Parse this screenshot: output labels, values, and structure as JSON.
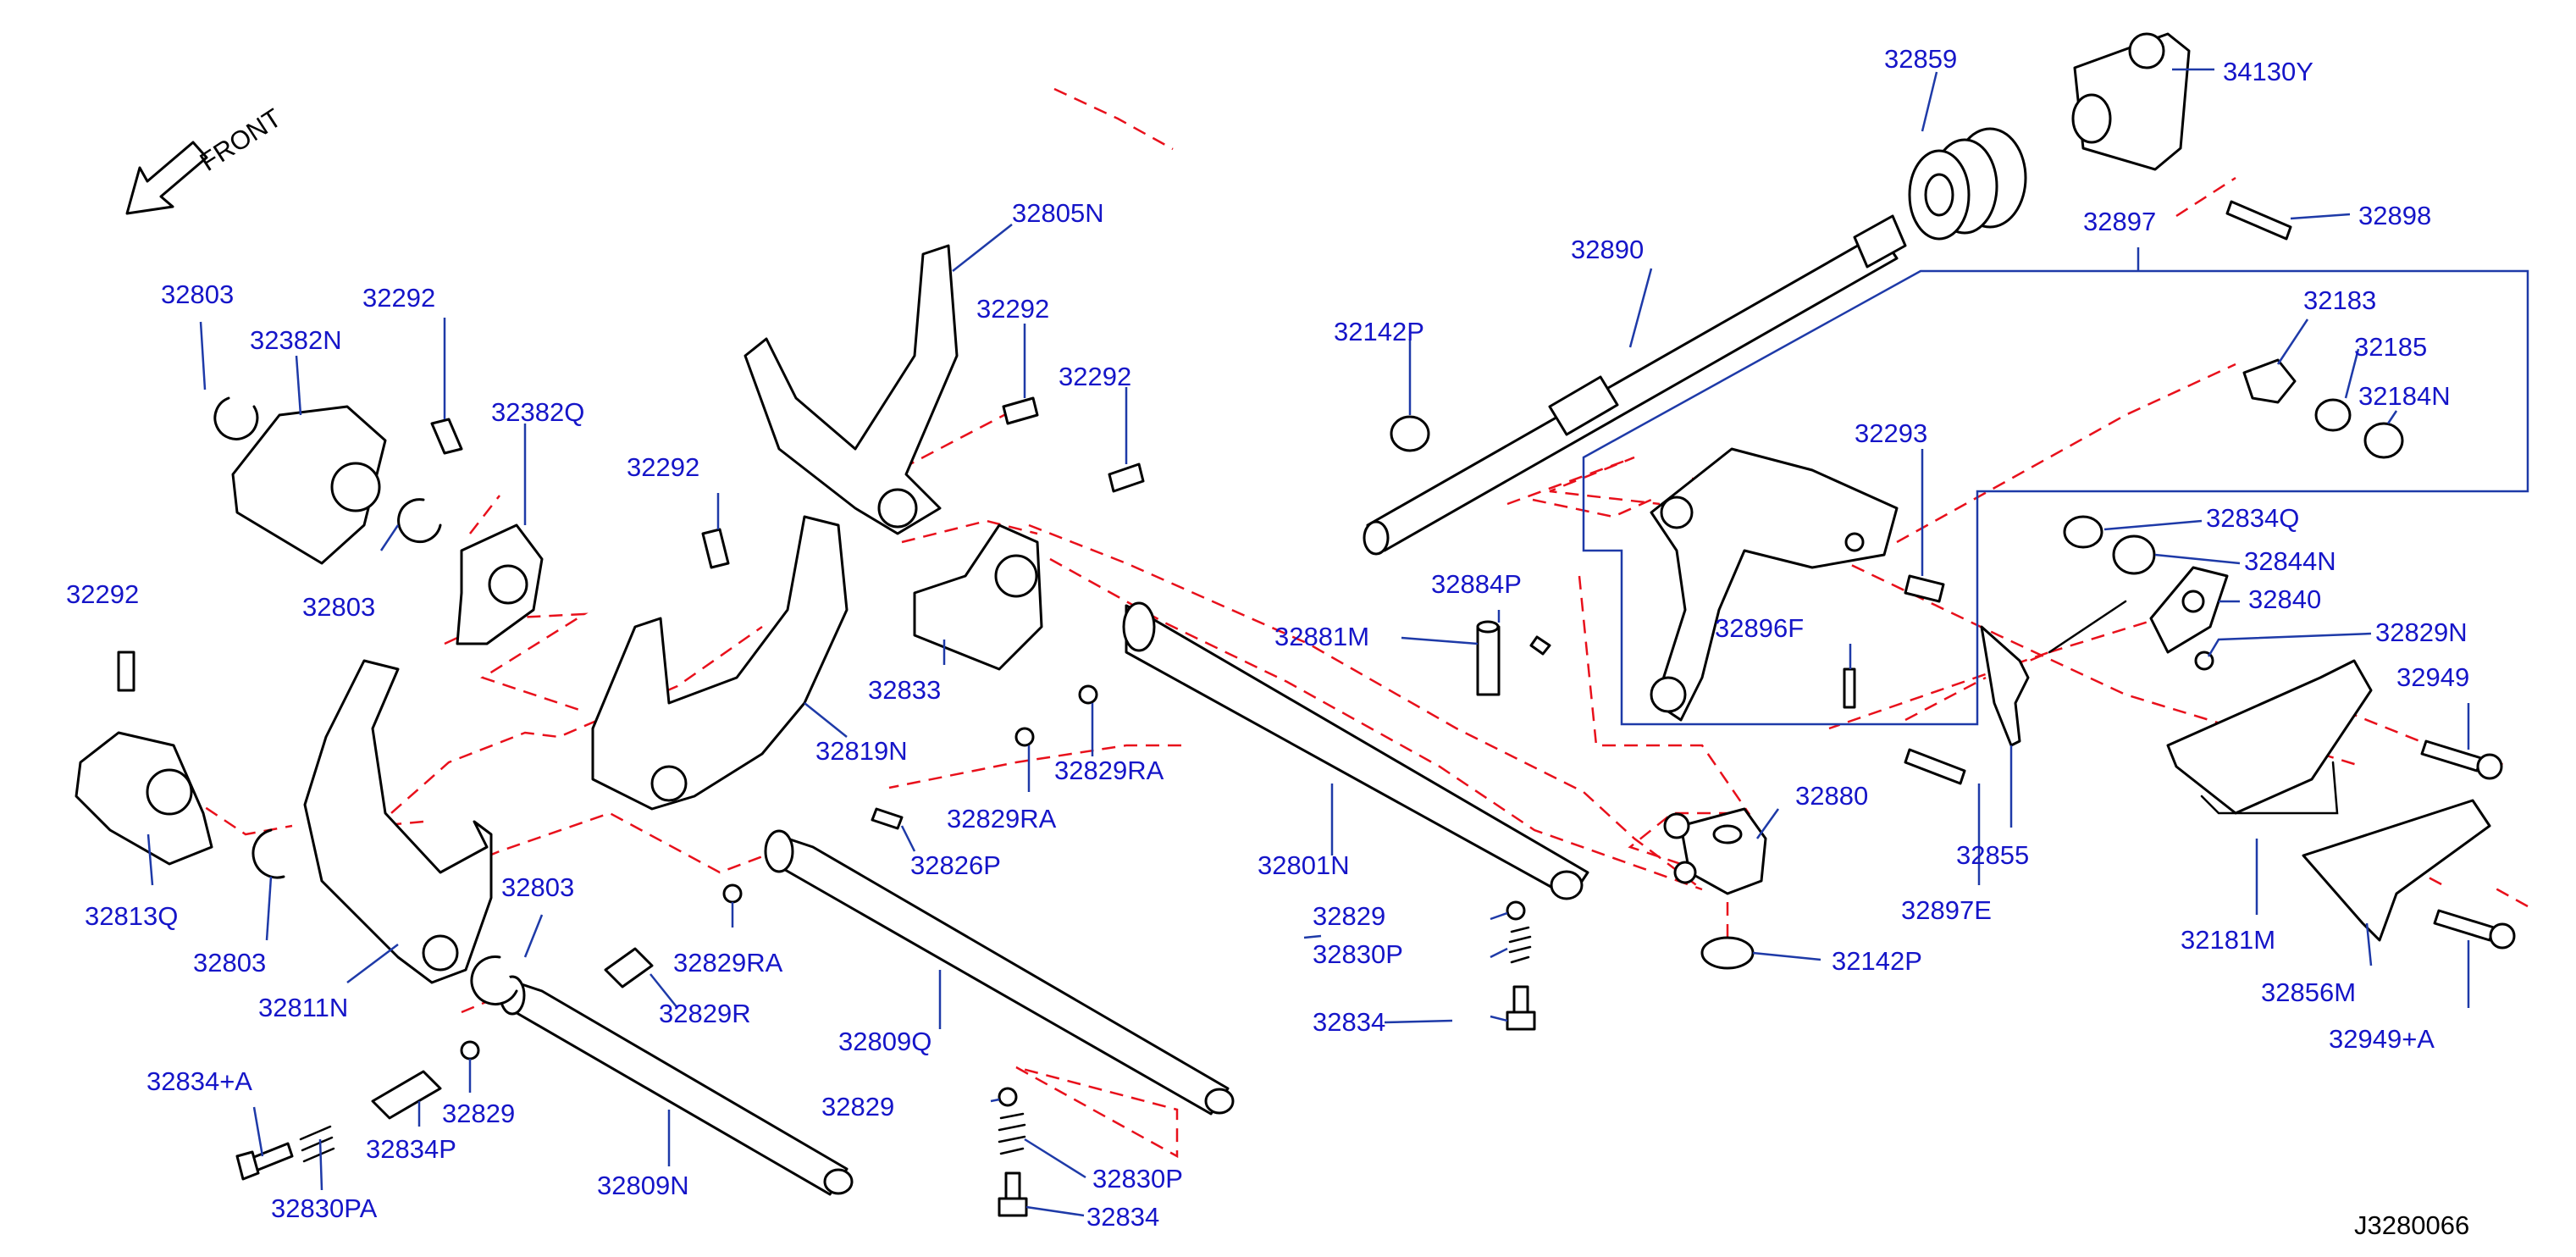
{
  "front_label": "FRONT",
  "diagram_code": "J3280066",
  "colors": {
    "part_label": "#1515c8",
    "leader": "#1e3aa8",
    "dashed_axis": "#e8101b"
  },
  "labels": [
    "32859",
    "34130Y",
    "32898",
    "32897",
    "32890",
    "32183",
    "32185",
    "32142P",
    "32184N",
    "32293",
    "32834Q",
    "32844N",
    "32840",
    "32829N",
    "32884P",
    "32881M",
    "32896F",
    "32949",
    "32805N",
    "32292",
    "32292",
    "32803",
    "32292",
    "32382N",
    "32382Q",
    "32292",
    "32803",
    "32292",
    "32833",
    "32819N",
    "32829RA",
    "32829RA",
    "32880",
    "32855",
    "32181M",
    "32813Q",
    "32803",
    "32811N",
    "32803",
    "32826P",
    "32801N",
    "32829",
    "32830P",
    "32897E",
    "32142P",
    "32856M",
    "32829RA",
    "32829R",
    "32834",
    "32949+A",
    "32834+A",
    "32809Q",
    "32829",
    "32834P",
    "32829",
    "32830PA",
    "32809N",
    "32830P",
    "32834"
  ]
}
